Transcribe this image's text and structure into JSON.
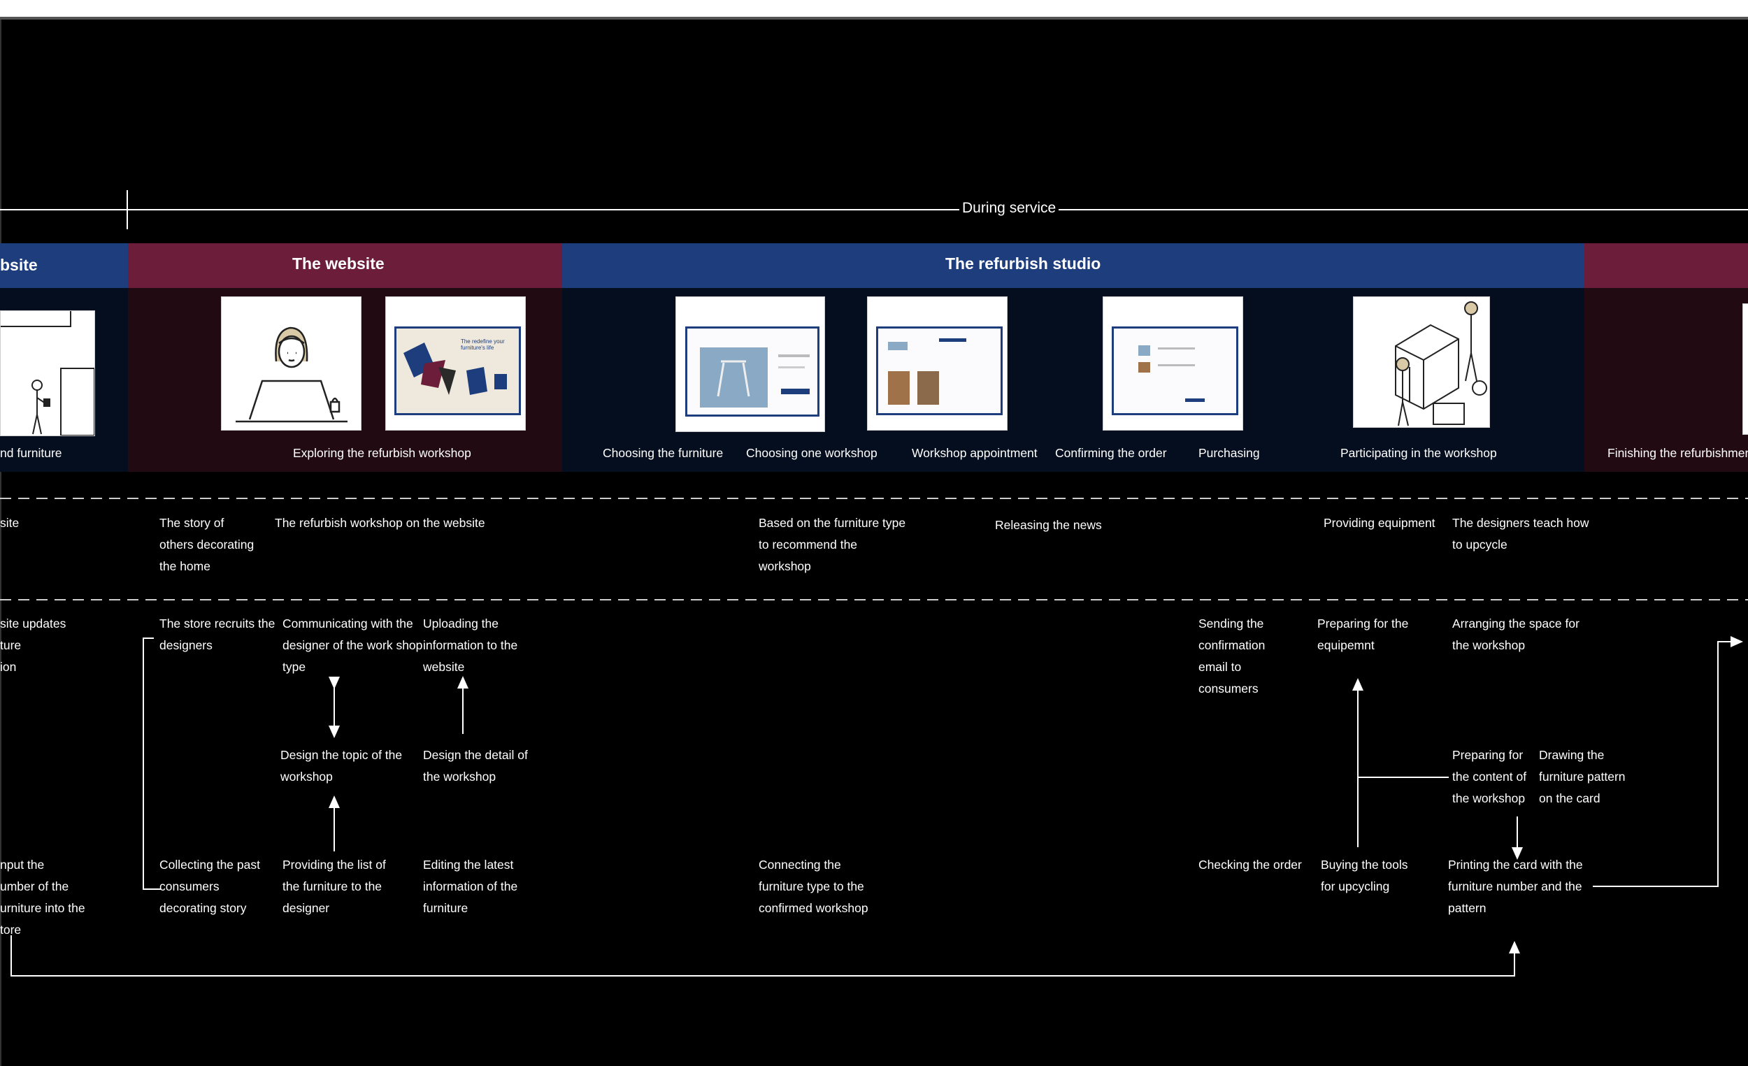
{
  "phase": {
    "label": "During service"
  },
  "lanes": {
    "l0": "bsite",
    "l1": "The  website",
    "l2": "The refurbish studio"
  },
  "steps": {
    "s0": "nd furniture",
    "s1": "Exploring the refurbish workshop",
    "s2": "Choosing the furniture",
    "s3": "Choosing one workshop",
    "s4": "Workshop appointment",
    "s5": "Confirming the order",
    "s6": "Purchasing",
    "s7": "Participating in the workshop",
    "s8": "Finishing the refurbishment"
  },
  "cards": {
    "c1_headline": "The redefine your furniture's life"
  },
  "frontstage": {
    "f0": "site",
    "f1": [
      "The story of",
      "others decorating",
      "the home"
    ],
    "f2": "The refurbish workshop on the website",
    "f3": [
      "Based on the furniture type",
      "to recommend the",
      "workshop"
    ],
    "f4": "Releasing the news",
    "f5": "Providing equipment",
    "f6": [
      "The designers teach how",
      "to upcycle"
    ]
  },
  "backstage": {
    "b0": [
      "site updates",
      "ture",
      "ion"
    ],
    "b1": [
      "The store recruits the",
      "designers"
    ],
    "b2": [
      "Communicating with the",
      "designer of the work shop",
      "type"
    ],
    "b3": [
      "Uploading the",
      "information to the",
      "website"
    ],
    "b4": [
      "Sending the",
      "confirmation",
      "email to",
      "consumers"
    ],
    "b5": [
      "Preparing for the",
      "equipemnt"
    ],
    "b6": [
      "Arranging the space for",
      "the workshop"
    ],
    "b7": [
      "Design the topic of the",
      "workshop"
    ],
    "b8": [
      "Design the detail of",
      "the workshop"
    ],
    "b9": [
      "Preparing for",
      "the content of",
      "the workshop"
    ],
    "b10": [
      "Drawing the",
      "furniture pattern",
      "on the card"
    ]
  },
  "support": {
    "p0": [
      "nput the",
      "umber of the",
      "urniture into the",
      "tore"
    ],
    "p1": [
      "Collecting the past",
      "consumers",
      "decorating story"
    ],
    "p2": [
      "Providing the list of",
      "the furniture to the",
      "designer"
    ],
    "p3": [
      "Editing the latest",
      "information of the",
      "furniture"
    ],
    "p4": [
      "Connecting the",
      "furniture type to the",
      "confirmed workshop"
    ],
    "p5": "Checking the order",
    "p6": [
      "Buying the tools",
      "for upcycling"
    ],
    "p7": [
      "Printing the card with the",
      "furniture number and the",
      "pattern"
    ]
  },
  "colors": {
    "blue": "#1d3d7d",
    "maroon": "#6b1d3a",
    "dark_navy": "#050e1e",
    "dark_maroon": "#210a12"
  }
}
